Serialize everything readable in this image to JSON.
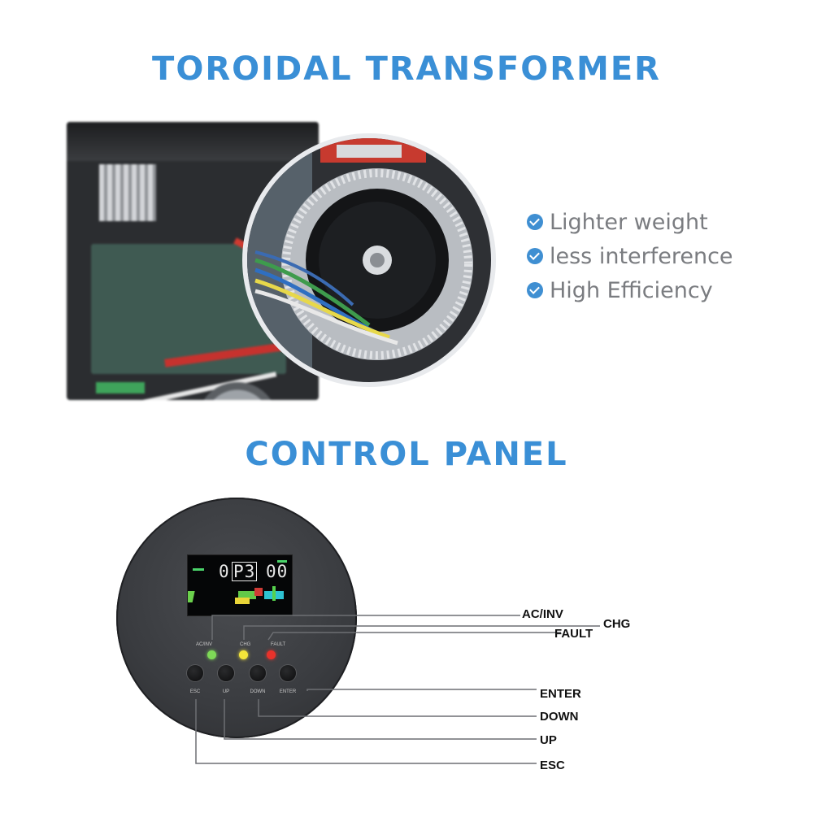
{
  "headings": {
    "transformer": "TOROIDAL TRANSFORMER",
    "control_panel": "CONTROL PANEL"
  },
  "features": [
    {
      "label": "Lighter weight",
      "icon": "check-circle-icon"
    },
    {
      "label": "less interference",
      "icon": "check-circle-icon"
    },
    {
      "label": "High Efficiency",
      "icon": "check-circle-icon"
    }
  ],
  "lcd": {
    "main_left": "0",
    "mode": "P3",
    "main_right": "00"
  },
  "leds": [
    {
      "label": "AC/INV",
      "color": "#7ed957"
    },
    {
      "label": "CHG",
      "color": "#f4e53a"
    },
    {
      "label": "FAULT",
      "color": "#e8322b"
    }
  ],
  "buttons": [
    {
      "label": "ESC"
    },
    {
      "label": "UP"
    },
    {
      "label": "DOWN"
    },
    {
      "label": "ENTER"
    }
  ],
  "callouts": {
    "ac_inv": "AC/INV",
    "chg": "CHG",
    "fault": "FAULT",
    "enter": "ENTER",
    "down": "DOWN",
    "up": "UP",
    "esc": "ESC"
  },
  "colors": {
    "heading": "#3a8fd6",
    "check": "#3f8fd2",
    "feature_text": "#7a7c80"
  }
}
